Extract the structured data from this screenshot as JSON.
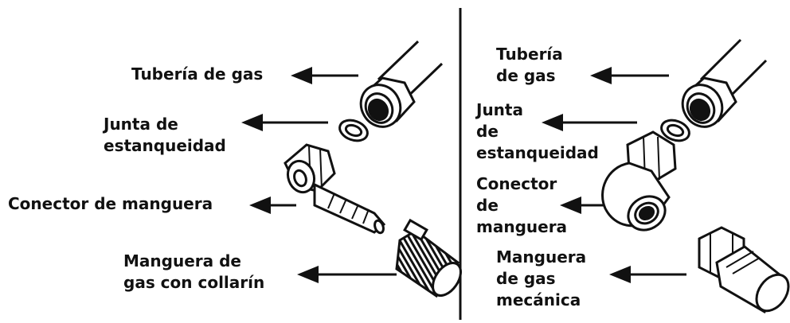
{
  "colors": {
    "ink": "#111111",
    "background": "#ffffff"
  },
  "left_panel": {
    "labels": {
      "gas_pipe": "Tubería de gas",
      "seal": "Junta de\nestanqueidad",
      "hose_connector": "Conector de manguera",
      "hose": "Manguera de\ngas con collarín"
    }
  },
  "right_panel": {
    "labels": {
      "gas_pipe": "Tubería\nde gas",
      "seal": "Junta\nde\nestanqueidad",
      "hose_connector": "Conector\nde\nmanguera",
      "hose": "Manguera\nde gas\nmecánica"
    }
  }
}
